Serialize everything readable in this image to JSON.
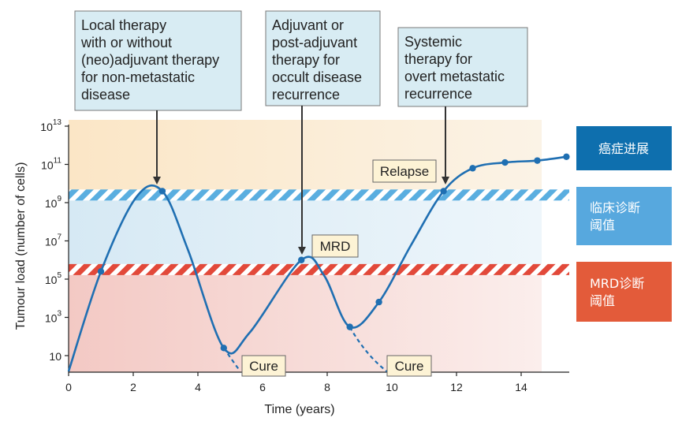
{
  "chart_data": {
    "type": "line",
    "xlabel": "Time (years)",
    "ylabel": "Tumour load (number of cells)",
    "xlim": [
      0,
      15.5
    ],
    "x_ticks": [
      "0",
      "2",
      "4",
      "6",
      "8",
      "10",
      "12",
      "14"
    ],
    "y_ticks": [
      {
        "base": "10",
        "exp": "13"
      },
      {
        "base": "10",
        "exp": "11"
      },
      {
        "base": "10",
        "exp": "9"
      },
      {
        "base": "10",
        "exp": "7"
      },
      {
        "base": "10",
        "exp": "5"
      },
      {
        "base": "10",
        "exp": "3"
      },
      {
        "base": "10",
        "exp": ""
      }
    ],
    "y_scale": "log",
    "series": [
      {
        "values": [
          [
            1.0,
            5.4
          ],
          [
            2.9,
            9.6
          ],
          [
            4.8,
            1.4
          ],
          [
            7.2,
            6.0
          ],
          [
            8.7,
            2.5
          ],
          [
            9.6,
            3.8
          ],
          [
            11.6,
            9.6
          ],
          [
            12.5,
            10.8
          ],
          [
            13.5,
            11.1
          ],
          [
            14.5,
            11.2
          ],
          [
            15.4,
            11.4
          ]
        ]
      }
    ],
    "thresholds": [
      {
        "label": "临床诊断阈值",
        "log_value": 9.4,
        "color": "#5aaee0"
      },
      {
        "label": "MRD诊断阈值",
        "log_value": 5.5,
        "color": "#e2493a"
      }
    ]
  },
  "callouts": [
    {
      "lines": [
        "Local therapy",
        "with or without",
        "(neo)adjuvant therapy",
        "for non-metastatic",
        "disease"
      ]
    },
    {
      "lines": [
        "Adjuvant or",
        "post-adjuvant",
        "therapy for",
        "occult disease",
        "recurrence"
      ]
    },
    {
      "lines": [
        "Systemic",
        "therapy for",
        "overt metastatic",
        "recurrence"
      ]
    }
  ],
  "annotations": {
    "relapse": "Relapse",
    "mrd": "MRD",
    "cure1": "Cure",
    "cure2": "Cure"
  },
  "side_labels": {
    "progression": [
      "癌症进展"
    ],
    "clinical": [
      "临床诊断",
      "阈值"
    ],
    "mrd": [
      "MRD诊断",
      "阈值"
    ]
  },
  "colors": {
    "curve": "#1f6fb2",
    "side_progression": "#0e6fae",
    "side_clinical": "#57a8de",
    "side_mrd": "#e35b3a",
    "callout_fill": "#d8ecf3"
  }
}
